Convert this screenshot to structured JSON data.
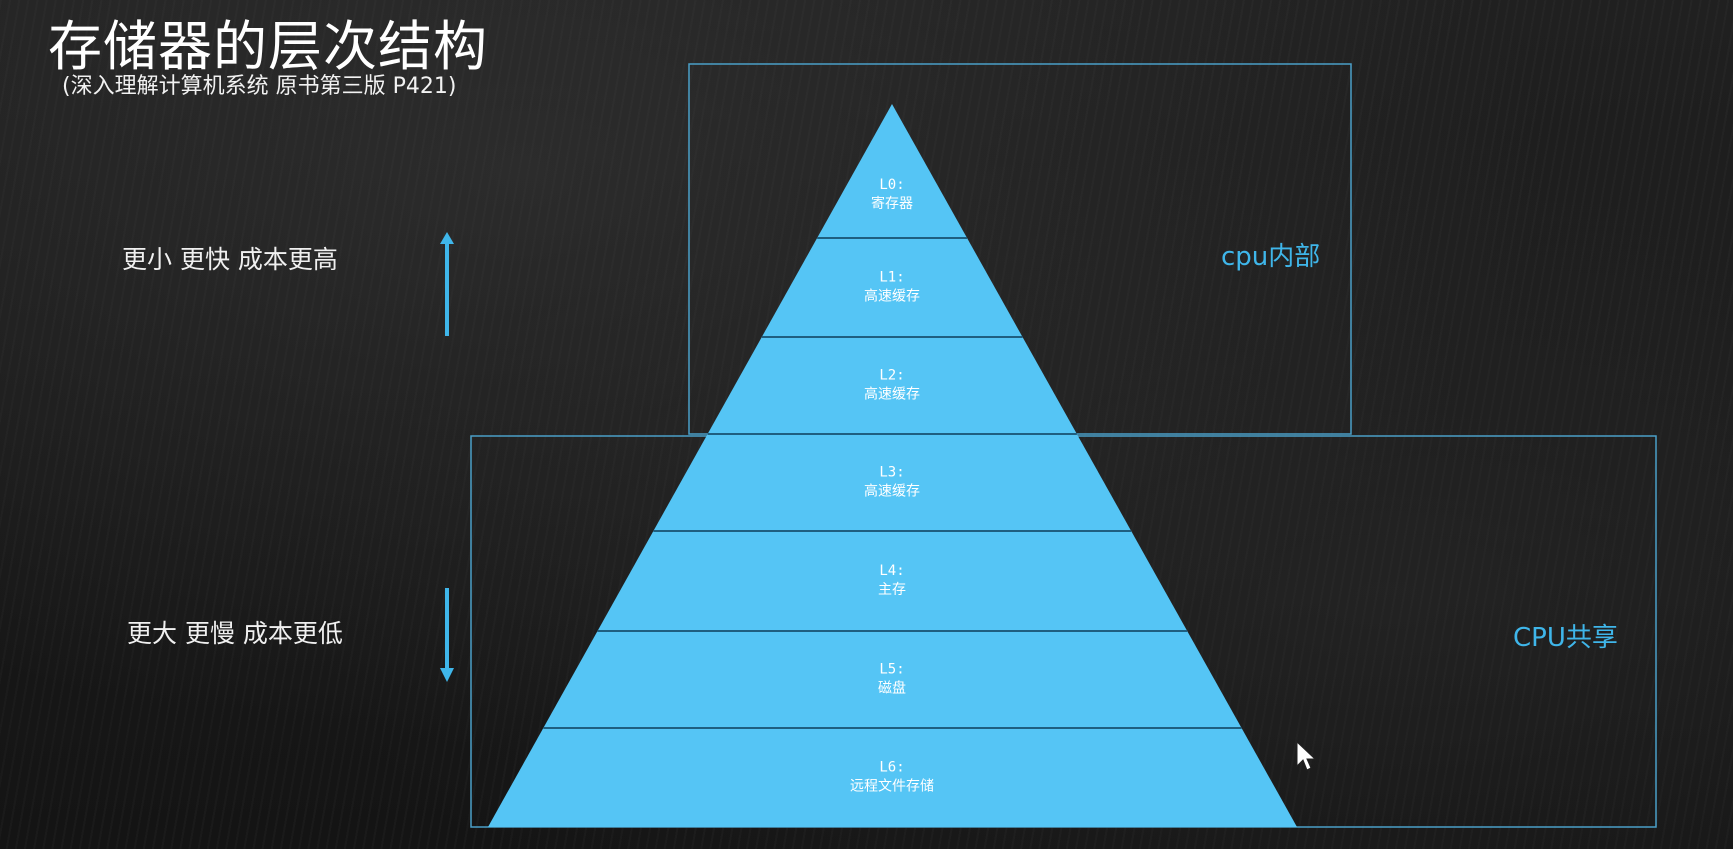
{
  "title": "存储器的层次结构",
  "subtitle": "(深入理解计算机系统 原书第三版 P421)",
  "side_labels": {
    "top": "更小 更快 成本更高",
    "bottom": "更大 更慢 成本更低"
  },
  "boxes": {
    "cpu_internal": "cpu内部",
    "cpu_shared": "CPU共享"
  },
  "levels": [
    {
      "id": "L0:",
      "name": "寄存器"
    },
    {
      "id": "L1:",
      "name": "高速缓存"
    },
    {
      "id": "L2:",
      "name": "高速缓存"
    },
    {
      "id": "L3:",
      "name": "高速缓存"
    },
    {
      "id": "L4:",
      "name": "主存"
    },
    {
      "id": "L5:",
      "name": "磁盘"
    },
    {
      "id": "L6:",
      "name": "远程文件存储"
    }
  ],
  "colors": {
    "pyramid_fill": "#55c5f5",
    "accent": "#3fb6ea",
    "box_stroke": "#4a9fc8"
  }
}
